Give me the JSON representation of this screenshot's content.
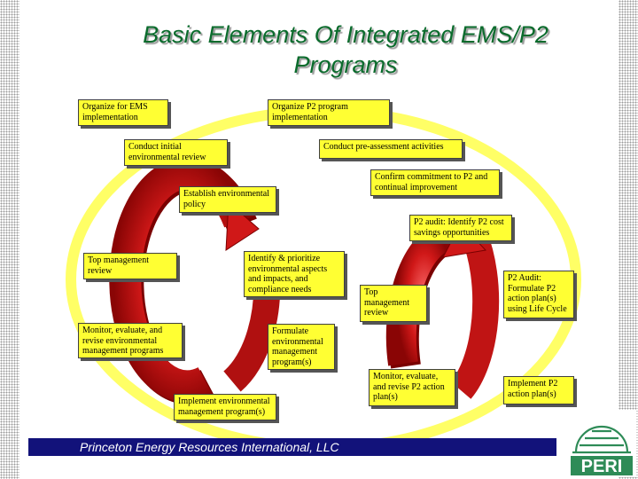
{
  "title": "Basic Elements Of Integrated EMS/P2 Programs",
  "boxes": {
    "organize_ems": "Organize for EMS implementation",
    "organize_p2": "Organize P2 program implementation",
    "initial_review": "Conduct initial environmental review",
    "pre_assessment": "Conduct pre-assessment activities",
    "confirm_commitment": "Confirm commitment to P2 and continual improvement",
    "establish_policy": "Establish environmental policy",
    "p2_audit_cost": "P2 audit: Identify P2 cost savings opportunities",
    "top_mgmt_review_ems": "Top management review",
    "identify_aspects": "Identify & prioritize environmental aspects and impacts, and compliance needs",
    "top_mgmt_review_p2": "Top management review",
    "p2_audit_formulate": "P2 Audit: Formulate P2 action plan(s) using Life Cycle",
    "monitor_ems": "Monitor, evaluate, and revise environmental management programs",
    "formulate_programs": "Formulate environmental management program(s)",
    "monitor_p2": "Monitor, evaluate, and revise P2 action plan(s)",
    "implement_p2": "Implement P2 action plan(s)",
    "implement_ems": "Implement environmental management program(s)"
  },
  "footer": "Princeton Energy Resources International, LLC",
  "logo_text": "PERI",
  "colors": {
    "title": "#0a6b2c",
    "box_fill": "#ffff33",
    "arrow_red": "#d01818",
    "ring_yellow": "#ffff66",
    "footer_bg": "#12127a",
    "logo_green": "#2e8b57"
  }
}
